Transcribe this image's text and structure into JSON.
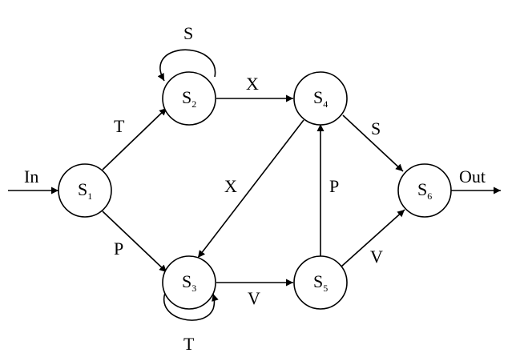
{
  "diagram": {
    "nodes": [
      {
        "id": "S1",
        "base": "S",
        "sub": "1"
      },
      {
        "id": "S2",
        "base": "S",
        "sub": "2"
      },
      {
        "id": "S3",
        "base": "S",
        "sub": "3"
      },
      {
        "id": "S4",
        "base": "S",
        "sub": "4"
      },
      {
        "id": "S5",
        "base": "S",
        "sub": "5"
      },
      {
        "id": "S6",
        "base": "S",
        "sub": "6"
      }
    ],
    "edges": [
      {
        "from": "In",
        "to": "S1",
        "label": "In"
      },
      {
        "from": "S1",
        "to": "S2",
        "label": "T"
      },
      {
        "from": "S1",
        "to": "S3",
        "label": "P"
      },
      {
        "from": "S2",
        "to": "S2",
        "label": "S"
      },
      {
        "from": "S2",
        "to": "S4",
        "label": "X"
      },
      {
        "from": "S3",
        "to": "S3",
        "label": "T"
      },
      {
        "from": "S3",
        "to": "S5",
        "label": "V"
      },
      {
        "from": "S4",
        "to": "S3",
        "label": "X"
      },
      {
        "from": "S4",
        "to": "S6",
        "label": "S"
      },
      {
        "from": "S5",
        "to": "S4",
        "label": "P"
      },
      {
        "from": "S5",
        "to": "S6",
        "label": "V"
      },
      {
        "from": "S6",
        "to": "Out",
        "label": "Out"
      }
    ]
  }
}
